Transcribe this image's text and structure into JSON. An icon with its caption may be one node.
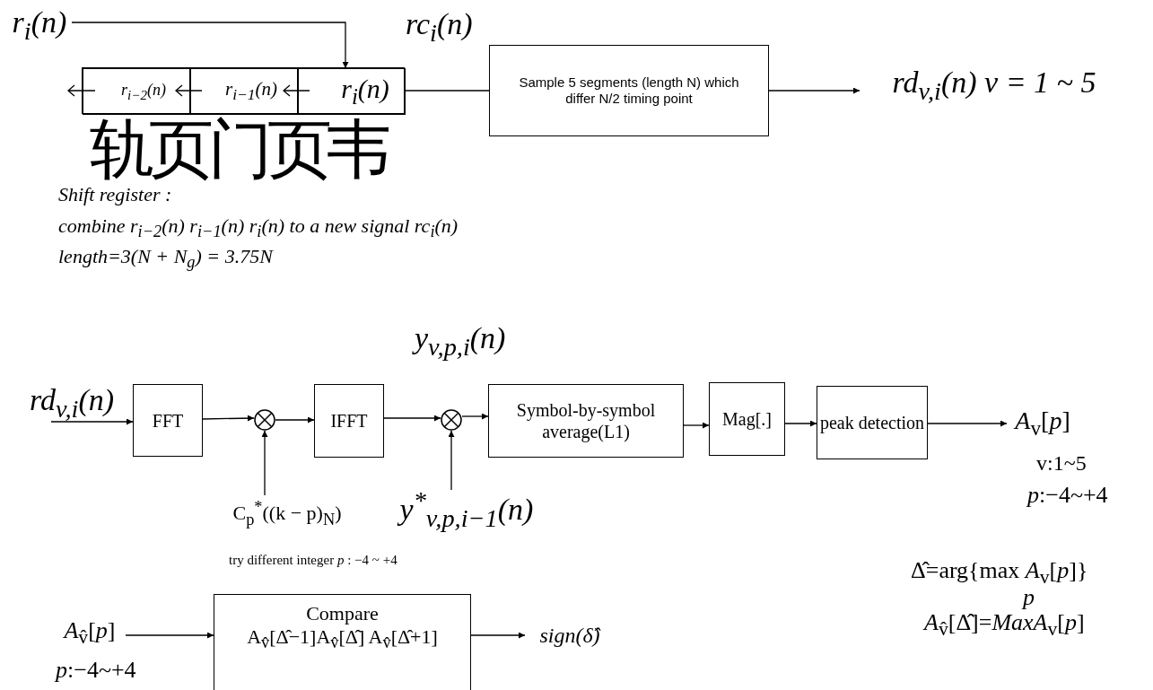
{
  "diagram": {
    "nodes": [
      {
        "text": [
          "r$_{i}$(n)"
        ]
      },
      {
        "text": [],
        "shape": "box"
      },
      {
        "text": [
          "r$_{i−2}$(n)"
        ],
        "in": 1
      },
      {
        "text": [
          "r$_{i−1}$(n)"
        ],
        "in": 1
      },
      {
        "text": [
          "r$_{i}$(n)"
        ],
        "in": 1
      },
      {
        "text": [
          "Sample 5 segments (length N) which differ N/2 timing point"
        ]
      },
      {
        "text": [
          "rd$_{v,i}$(n)  v = 1 ~ 5"
        ]
      },
      {
        "text": [
          "rd$_{v,i}$(n)"
        ]
      },
      {
        "text": [
          "FFT"
        ]
      },
      {
        "text": [],
        "shape": "circle"
      },
      {
        "text": [
          "C$_{p}$$^{*}$((k − p)$_{N}$)"
        ]
      },
      {
        "text": [
          "IFFT"
        ]
      },
      {
        "text": [],
        "shape": "circle"
      },
      {
        "text": [
          "y$^{*}$$_{v,p,i−1}$(n)"
        ]
      },
      {
        "text": [
          "Symbol-by-symbol average(L1)"
        ]
      },
      {
        "text": [
          "Mag[.]"
        ]
      },
      {
        "text": [
          "peak detection"
        ]
      },
      {
        "text": [
          "*A*$_{v}$[*p*]"
        ],
        "beside": [
          "v:1~5",
          "*p*:−4~+4"
        ]
      },
      {
        "text": [
          "*A*$_{v̂}$[*p*]"
        ],
        "beside": [
          "*p*:−4~+4"
        ]
      },
      {
        "text": [
          "Compare",
          "A$_{v̂}$[Δ̂−1]A$_{v̂}$[Δ̂] A$_{v̂}$[Δ̂+1]"
        ]
      },
      {
        "text": [
          "sign(δ̂)"
        ]
      }
    ],
    "edges": [
      {
        "from": 0,
        "to": 4,
        "arrow": "to"
      },
      {
        "from": 4,
        "to": 3,
        "arrow": "to"
      },
      {
        "from": 3,
        "to": 2,
        "arrow": "to"
      },
      {
        "from": 2,
        "to": null,
        "arrow": "to"
      },
      {
        "from": 1,
        "to": 5,
        "arrow": "none",
        "label": "rc$_{i}$(n)"
      },
      {
        "from": 5,
        "to": 6,
        "arrow": "to"
      },
      {
        "from": 7,
        "to": 8,
        "arrow": "to"
      },
      {
        "from": 8,
        "to": 9,
        "arrow": "to"
      },
      {
        "from": 10,
        "to": 9,
        "arrow": "to"
      },
      {
        "from": 9,
        "to": 11,
        "arrow": "to"
      },
      {
        "from": 11,
        "to": 12,
        "arrow": "to",
        "label": "y$_{v,p,i}$(n)"
      },
      {
        "from": 13,
        "to": 12,
        "arrow": "to"
      },
      {
        "from": 12,
        "to": 14,
        "arrow": "to"
      },
      {
        "from": 14,
        "to": 15,
        "arrow": "to"
      },
      {
        "from": 15,
        "to": 16,
        "arrow": "to"
      },
      {
        "from": 16,
        "to": 17,
        "arrow": "to"
      },
      {
        "from": 18,
        "to": 19,
        "arrow": "to"
      },
      {
        "from": 19,
        "to": 20,
        "arrow": "to"
      }
    ],
    "labels": [
      "轨页门页韦",
      "Shift register :",
      "combine r$_{i−2}$(n) r$_{i−1}$(n) r$_{i}$(n)  to a new signal rc$_{i}$(n)",
      "length=3(N + N$_{g}$) = 3.75N",
      "try different integer *p* : −4 ~ +4",
      "Δ̂=arg{max *A*$_{v}$[*p*]}",
      "*p*",
      "*A*$_{v̂}$[Δ̂]=*MaxA*$_{v}$[*p*]"
    ]
  }
}
